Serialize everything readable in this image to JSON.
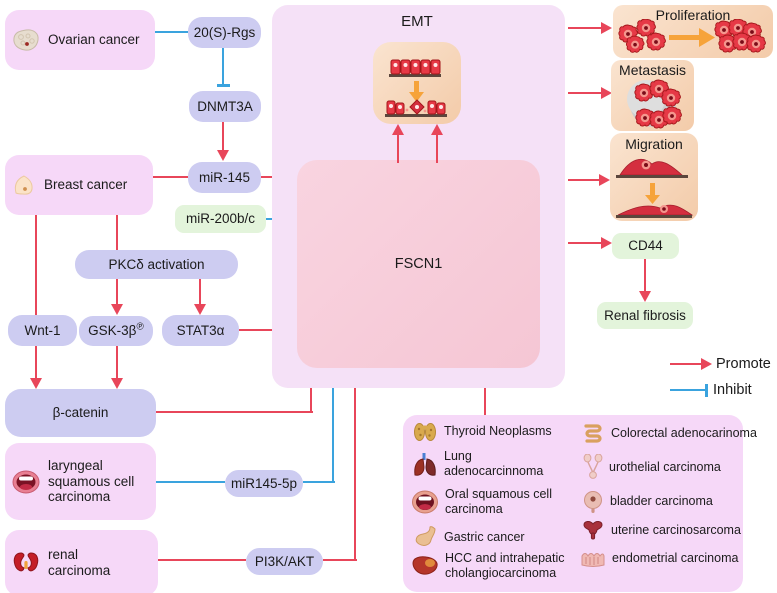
{
  "figure": {
    "nodes": {
      "ovarian_cancer": "Ovarian cancer",
      "rgs": "20(S)-Rgs",
      "dnmt3a": "DNMT3A",
      "breast_cancer": "Breast cancer",
      "mir145": "miR-145",
      "mir200bc": "miR-200b/c",
      "pkcd_activation": "PKCδ activation",
      "wnt1": "Wnt-1",
      "gsk3b": "GSK-3β",
      "gsk3b_phospho": "℗",
      "stat3a": "STAT3α",
      "beta_catenin": "β-catenin",
      "laryngeal_scc": "laryngeal squamous cell carcinoma",
      "mir145_5p": "miR145-5p",
      "renal_carcinoma": "renal carcinoma",
      "pi3k_akt": "PI3K/AKT",
      "fscn1": "FSCN1",
      "emt": "EMT",
      "proliferation": "Proliferation",
      "metastasis": "Metastasis",
      "migration": "Migration",
      "cd44": "CD44",
      "renal_fibrosis": "Renal fibrosis"
    },
    "legend": {
      "promote": "Promote",
      "inhibit": "Inhibit"
    },
    "cancer_panel": {
      "left": [
        {
          "icon": "thyroid-icon",
          "label": "Thyroid Neoplasms"
        },
        {
          "icon": "lung-icon",
          "label": "Lung adenocarcinnoma"
        },
        {
          "icon": "oral-cavity-icon",
          "label": "Oral squamous cell carcinoma"
        },
        {
          "icon": "stomach-icon",
          "label": "Gastric cancer"
        },
        {
          "icon": "liver-icon",
          "label": "HCC and intrahepatic cholangiocarcinoma"
        }
      ],
      "right": [
        {
          "icon": "colon-icon",
          "label": "Colorectal adenocarinoma"
        },
        {
          "icon": "urinary-tract-icon",
          "label": "urothelial carcinoma"
        },
        {
          "icon": "bladder-icon",
          "label": "bladder carcinoma"
        },
        {
          "icon": "uterus-icon",
          "label": "uterine carcinosarcoma"
        },
        {
          "icon": "endometrium-icon",
          "label": "endometrial carcinoma"
        }
      ]
    },
    "colors": {
      "promote_arrow": "#e8465a",
      "inhibit_line": "#3aa3de",
      "gene_box": "#cdccf1",
      "cancer_box": "#f6d8f8",
      "target_box": "#e3f4db",
      "pathway_container": "#f5e1f7",
      "fscn1_box": "#f7ccd9",
      "illustration_box": "#f6d4b5"
    }
  }
}
